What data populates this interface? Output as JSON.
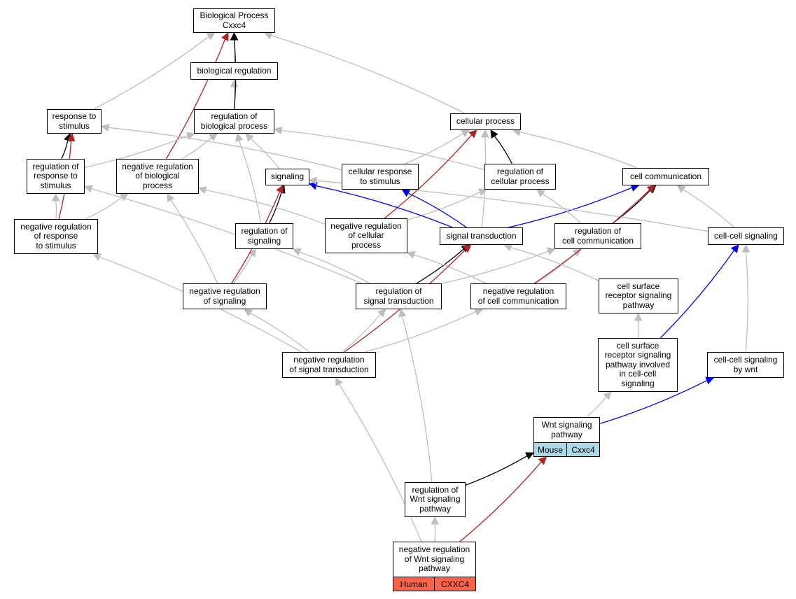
{
  "nodes": {
    "bp": "Biological Process\nCxxc4",
    "bioreg": "biological regulation",
    "regbp": "regulation of\nbiological process",
    "resp": "response to\nstimulus",
    "cellproc": "cellular process",
    "regresp": "regulation of\nresponse to\nstimulus",
    "negregbp": "negative regulation\nof biological\nprocess",
    "signaling": "signaling",
    "cellresp": "cellular response\nto stimulus",
    "regcellproc": "regulation of\ncellular process",
    "cellcomm": "cell communication",
    "negregresp": "negative regulation\nof response\nto stimulus",
    "regsignaling": "regulation of\nsignaling",
    "negregcellproc": "negative regulation\nof cellular\nprocess",
    "sigtrans": "signal transduction",
    "regcellcomm": "regulation of\ncell communication",
    "cellcellsig": "cell-cell signaling",
    "negregsignaling": "negative regulation\nof signaling",
    "regsigtrans": "regulation of\nsignal transduction",
    "negregcellcomm": "negative regulation\nof cell communication",
    "csrsp": "cell surface\nreceptor signaling\npathway",
    "negregsigtrans": "negative regulation\nof signal transduction",
    "csrspcc": "cell surface\nreceptor signaling\npathway involved\nin cell-cell\nsignaling",
    "ccswnt": "cell-cell signaling\nby wnt",
    "regwnt": "regulation of\nWnt signaling\npathway"
  },
  "wnt": {
    "label": "Wnt signaling\npathway",
    "species": "Mouse",
    "gene": "Cxxc4",
    "color": "#add8e6"
  },
  "negwnt": {
    "label": "negative regulation\nof Wnt signaling\npathway",
    "species": "Human",
    "gene": "CXXC4",
    "color": "#ff6347"
  },
  "edge_colors": {
    "is_a": "#bebebe",
    "part_of": "#000000",
    "regulates": "#0000ff",
    "negatively_regulates": "#b22222"
  },
  "edges": [
    [
      "bioreg",
      "bp",
      "is_a"
    ],
    [
      "regbp",
      "bioreg",
      "is_a"
    ],
    [
      "regbp",
      "bp",
      "part_of"
    ],
    [
      "resp",
      "bp",
      "is_a"
    ],
    [
      "negregbp",
      "bp",
      "negatively_regulates"
    ],
    [
      "cellproc",
      "bp",
      "is_a"
    ],
    [
      "regresp",
      "resp",
      "part_of"
    ],
    [
      "regresp",
      "regbp",
      "is_a"
    ],
    [
      "negregbp",
      "regbp",
      "is_a"
    ],
    [
      "signaling",
      "regbp",
      "is_a"
    ],
    [
      "regsignaling",
      "regbp",
      "is_a"
    ],
    [
      "cellresp",
      "resp",
      "is_a"
    ],
    [
      "cellresp",
      "cellproc",
      "is_a"
    ],
    [
      "regcellproc",
      "cellproc",
      "part_of"
    ],
    [
      "regcellproc",
      "regbp",
      "is_a"
    ],
    [
      "cellcomm",
      "cellproc",
      "is_a"
    ],
    [
      "sigtrans",
      "cellproc",
      "is_a"
    ],
    [
      "negregresp",
      "resp",
      "negatively_regulates"
    ],
    [
      "negregresp",
      "regresp",
      "is_a"
    ],
    [
      "negregresp",
      "negregbp",
      "is_a"
    ],
    [
      "regsignaling",
      "signaling",
      "part_of"
    ],
    [
      "negregcellproc",
      "negregbp",
      "is_a"
    ],
    [
      "negregcellproc",
      "regcellproc",
      "is_a"
    ],
    [
      "negregcellproc",
      "cellproc",
      "negatively_regulates"
    ],
    [
      "sigtrans",
      "signaling",
      "regulates"
    ],
    [
      "sigtrans",
      "cellresp",
      "regulates"
    ],
    [
      "sigtrans",
      "cellcomm",
      "regulates"
    ],
    [
      "regcellcomm",
      "cellcomm",
      "part_of"
    ],
    [
      "regcellcomm",
      "regcellproc",
      "is_a"
    ],
    [
      "cellcellsig",
      "cellcomm",
      "is_a"
    ],
    [
      "cellcellsig",
      "signaling",
      "is_a"
    ],
    [
      "negregsignaling",
      "regsignaling",
      "is_a"
    ],
    [
      "negregsignaling",
      "negregbp",
      "is_a"
    ],
    [
      "negregsignaling",
      "signaling",
      "negatively_regulates"
    ],
    [
      "regsigtrans",
      "sigtrans",
      "part_of"
    ],
    [
      "regsigtrans",
      "regsignaling",
      "is_a"
    ],
    [
      "regsigtrans",
      "regresp",
      "is_a"
    ],
    [
      "regsigtrans",
      "regcellcomm",
      "is_a"
    ],
    [
      "negregcellcomm",
      "regcellcomm",
      "is_a"
    ],
    [
      "negregcellcomm",
      "negregcellproc",
      "is_a"
    ],
    [
      "negregcellcomm",
      "cellcomm",
      "negatively_regulates"
    ],
    [
      "csrsp",
      "sigtrans",
      "is_a"
    ],
    [
      "negregsigtrans",
      "regsigtrans",
      "is_a"
    ],
    [
      "negregsigtrans",
      "negregsignaling",
      "is_a"
    ],
    [
      "negregsigtrans",
      "negregcellcomm",
      "is_a"
    ],
    [
      "negregsigtrans",
      "negregresp",
      "is_a"
    ],
    [
      "negregsigtrans",
      "sigtrans",
      "negatively_regulates"
    ],
    [
      "csrspcc",
      "csrsp",
      "is_a"
    ],
    [
      "csrspcc",
      "cellcellsig",
      "regulates"
    ],
    [
      "ccswnt",
      "cellcellsig",
      "is_a"
    ],
    [
      "wnt",
      "csrspcc",
      "is_a"
    ],
    [
      "wnt",
      "ccswnt",
      "regulates"
    ],
    [
      "regwnt",
      "regsigtrans",
      "is_a"
    ],
    [
      "regwnt",
      "wnt",
      "part_of"
    ],
    [
      "negwnt",
      "regwnt",
      "is_a"
    ],
    [
      "negwnt",
      "negregsigtrans",
      "is_a"
    ],
    [
      "negwnt",
      "wnt",
      "negatively_regulates"
    ]
  ]
}
